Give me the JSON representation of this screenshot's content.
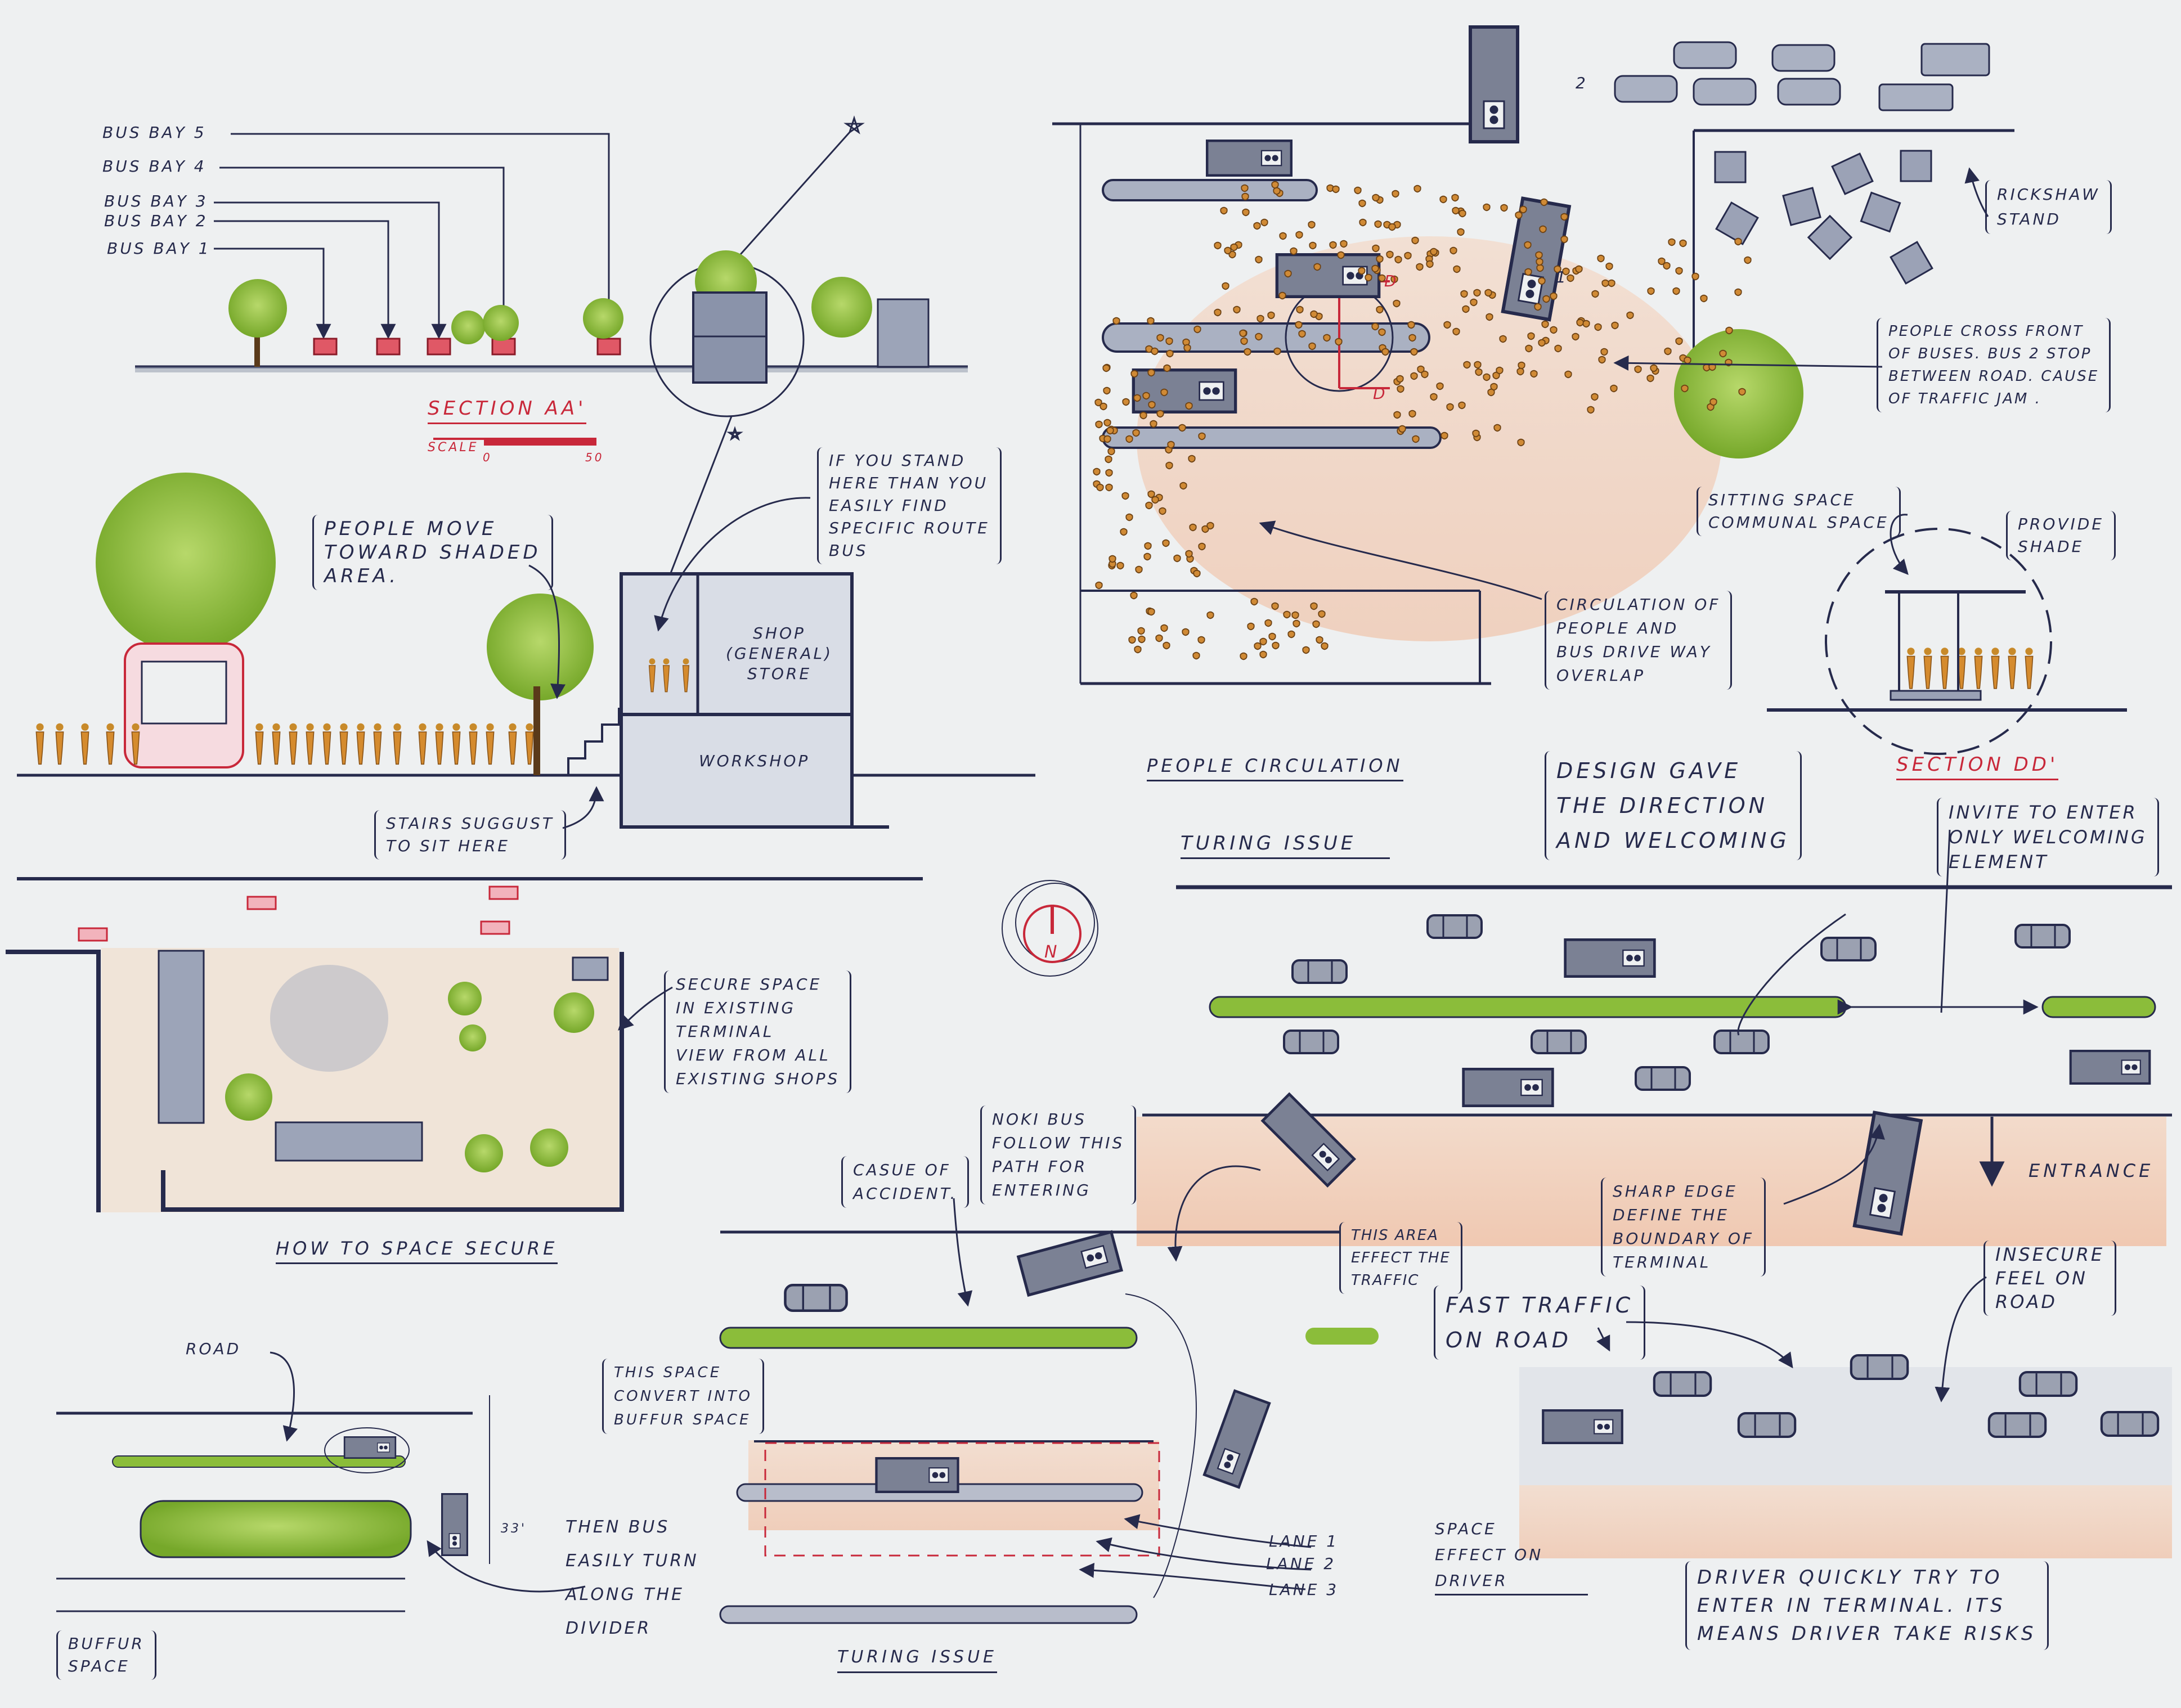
{
  "section_aa": {
    "title": "SECTION AA'",
    "scale_label": "SCALE",
    "scale_start": "0",
    "scale_end": "50",
    "bus_bays": [
      "BUS BAY 5",
      "BUS BAY 4",
      "BUS BAY 3",
      "BUS BAY 2",
      "BUS BAY 1"
    ]
  },
  "shade_section": {
    "people_move": "PEOPLE MOVE\nTOWARD SHADED\nAREA.",
    "stand_here": "IF YOU STAND\nHERE THAN YOU\nEASILY FIND\nSPECIFIC ROUTE\nBUS",
    "shop": "SHOP\n(GENERAL)\nSTORE",
    "workshop": "WORKSHOP",
    "stairs": "STAIRS SUGGUST\nTO SIT HERE"
  },
  "people_circulation": {
    "title": "PEOPLE CIRCULATION",
    "rickshaw": "RICKSHAW\nSTAND",
    "cross_front": "PEOPLE CROSS FRONT\nOF BUSES. BUS 2 STOP\nBETWEEN ROAD. CAUSE\nOF TRAFFIC JAM .",
    "sitting": "SITTING SPACE\nCOMMUNAL SPACE",
    "overlap": "CIRCULATION OF\nPEOPLE AND\nBUS DRIVE WAY\nOVERLAP",
    "bus_numbers": [
      "1",
      "2"
    ],
    "marker": "D"
  },
  "section_dd": {
    "title": "SECTION DD'",
    "provide_shade": "PROVIDE\nSHADE"
  },
  "design_note": "DESIGN GAVE\nTHE DIRECTION\nAND WELCOMING",
  "north_label": "N",
  "turing_top": {
    "title": "TURING ISSUE",
    "invite": "INVITE TO ENTER\nONLY WELCOMING\nELEMENT",
    "entrance": "ENTRANCE",
    "sharp_edge": "SHARP EDGE\nDEFINE THE\nBOUNDARY OF\nTERMINAL",
    "fast_traffic": "FAST TRAFFIC\nON ROAD",
    "insecure": "INSECURE\nFEEL ON\nROAD"
  },
  "secure": {
    "title": "HOW TO SPACE SECURE",
    "note": "SECURE SPACE\nIN EXISTING\nTERMINAL\nVIEW FROM ALL\nEXISTING SHOPS"
  },
  "accident": {
    "cause": "CASUE OF\nACCIDENT.",
    "noki": "NOKI BUS\nFOLLOW THIS\nPATH FOR\nENTERING",
    "affect": "THIS AREA\nEFFECT THE\nTRAFFIC",
    "buffer": "THIS SPACE\nCONVERT INTO\nBUFFUR SPACE",
    "lanes": [
      "LANE 1",
      "LANE 2",
      "LANE 3"
    ],
    "title": "TURING ISSUE"
  },
  "road_section": {
    "road": "ROAD",
    "then_bus": "THEN BUS\nEASILY TURN\nALONG THE\nDIVIDER",
    "buffer_space": "BUFFUR\nSPACE",
    "dimension": "33'"
  },
  "space_effect": "SPACE\nEFFECT ON\nDRIVER",
  "driver_note": "DRIVER QUICKLY TRY TO\nENTER IN TERMINAL. ITS\nMEANS DRIVER TAKE RISKS",
  "colors": {
    "paper": "#eef0f1",
    "ink": "#262a4c",
    "red": "#c8283a",
    "tree": "#8bbd3a",
    "bus": "#7b8194",
    "people": "#c88a2a",
    "road_tint": "#f2c4a6"
  }
}
